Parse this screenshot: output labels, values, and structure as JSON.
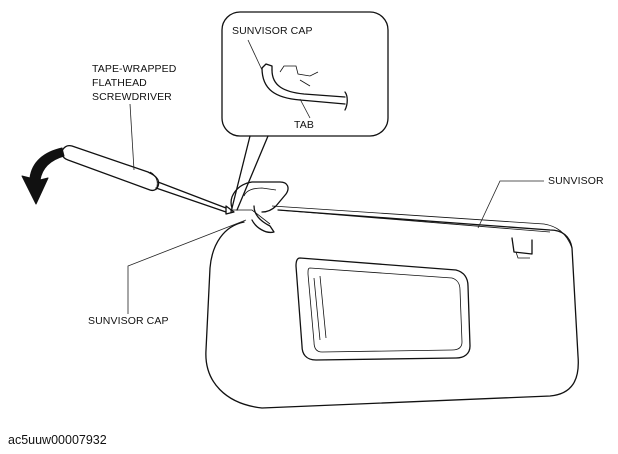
{
  "labels": {
    "screwdriver": [
      "TAPE-WRAPPED",
      "FLATHEAD",
      "SCREWDRIVER"
    ],
    "sunvisor_cap_detail": "SUNVISOR CAP",
    "tab": "TAB",
    "sunvisor": "SUNVISOR",
    "sunvisor_cap": "SUNVISOR CAP"
  },
  "figure_id": "ac5uuw00007932",
  "icons": {
    "direction_arrow": "curved-arrow-down-icon"
  },
  "colors": {
    "line": "#111111",
    "background": "#ffffff"
  }
}
